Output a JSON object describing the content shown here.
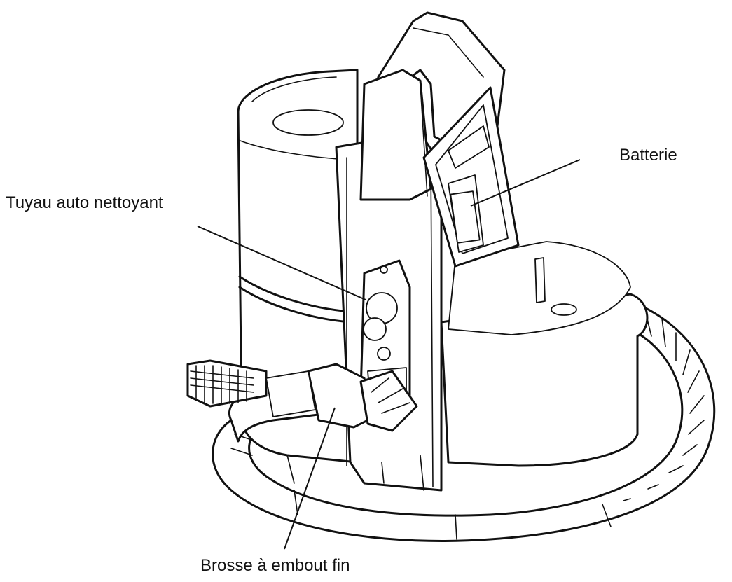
{
  "labels": {
    "tuyau": "Tuyau auto nettoyant",
    "batterie": "Batterie",
    "brosse": "Brosse à embout fin"
  },
  "colors": {
    "line": "#111111",
    "background": "#ffffff"
  }
}
